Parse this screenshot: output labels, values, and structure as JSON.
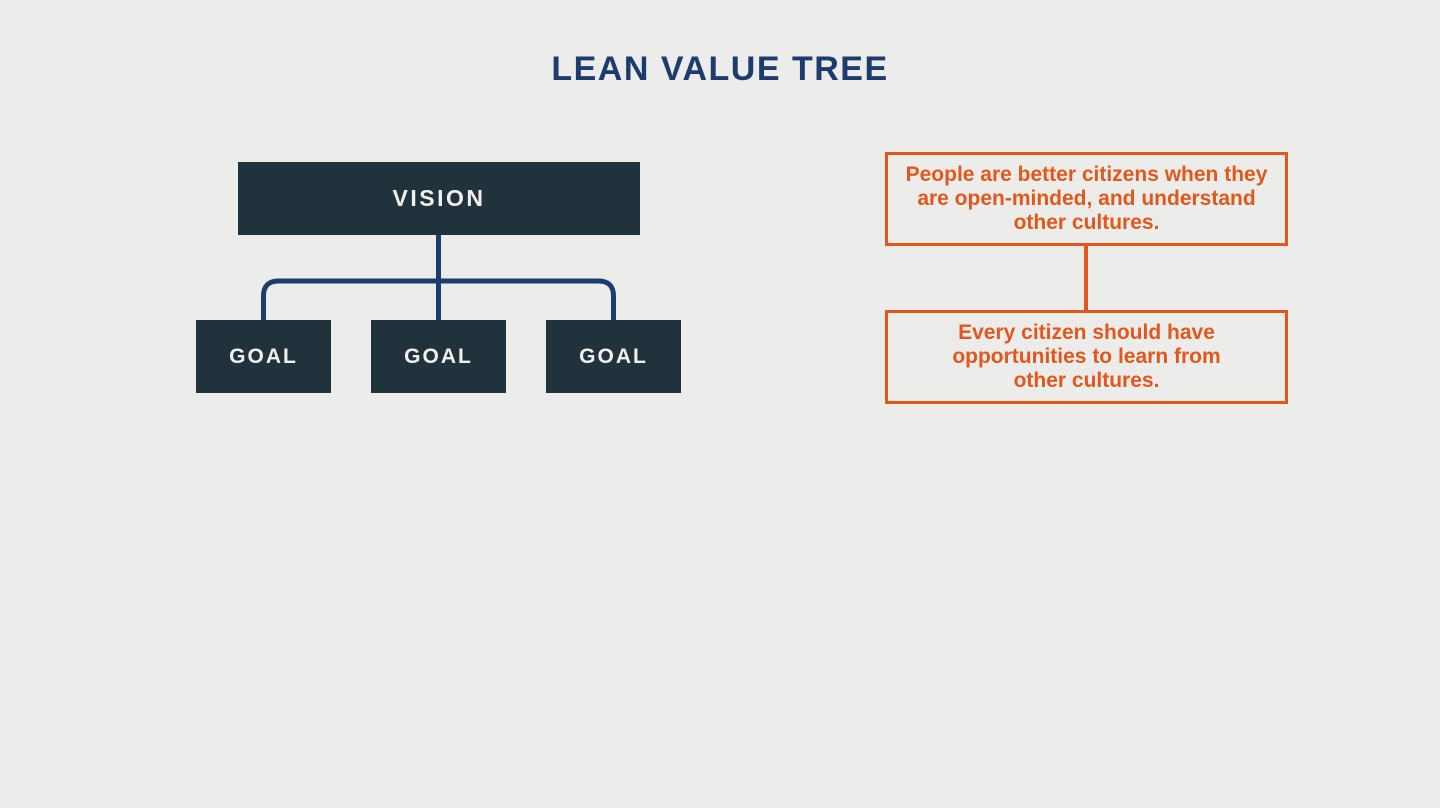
{
  "page": {
    "title": "LEAN VALUE TREE",
    "background_color": "#ECECEA",
    "title_color": "#1D3C6D"
  },
  "tree": {
    "vision": {
      "label": "VISION"
    },
    "goals": [
      {
        "label": "GOAL"
      },
      {
        "label": "GOAL"
      },
      {
        "label": "GOAL"
      }
    ],
    "node_fill_color": "#20333C",
    "node_text_color": "#F2F0EC",
    "connector_color": "#1D3C6D"
  },
  "notes": {
    "border_color": "#E2571B",
    "text_color": "#E2571B",
    "items": [
      {
        "text": "People are better citizens when they are open-minded, and understand other cultures."
      },
      {
        "text": "Every citizen should have opportunities to learn from other cultures."
      }
    ]
  }
}
